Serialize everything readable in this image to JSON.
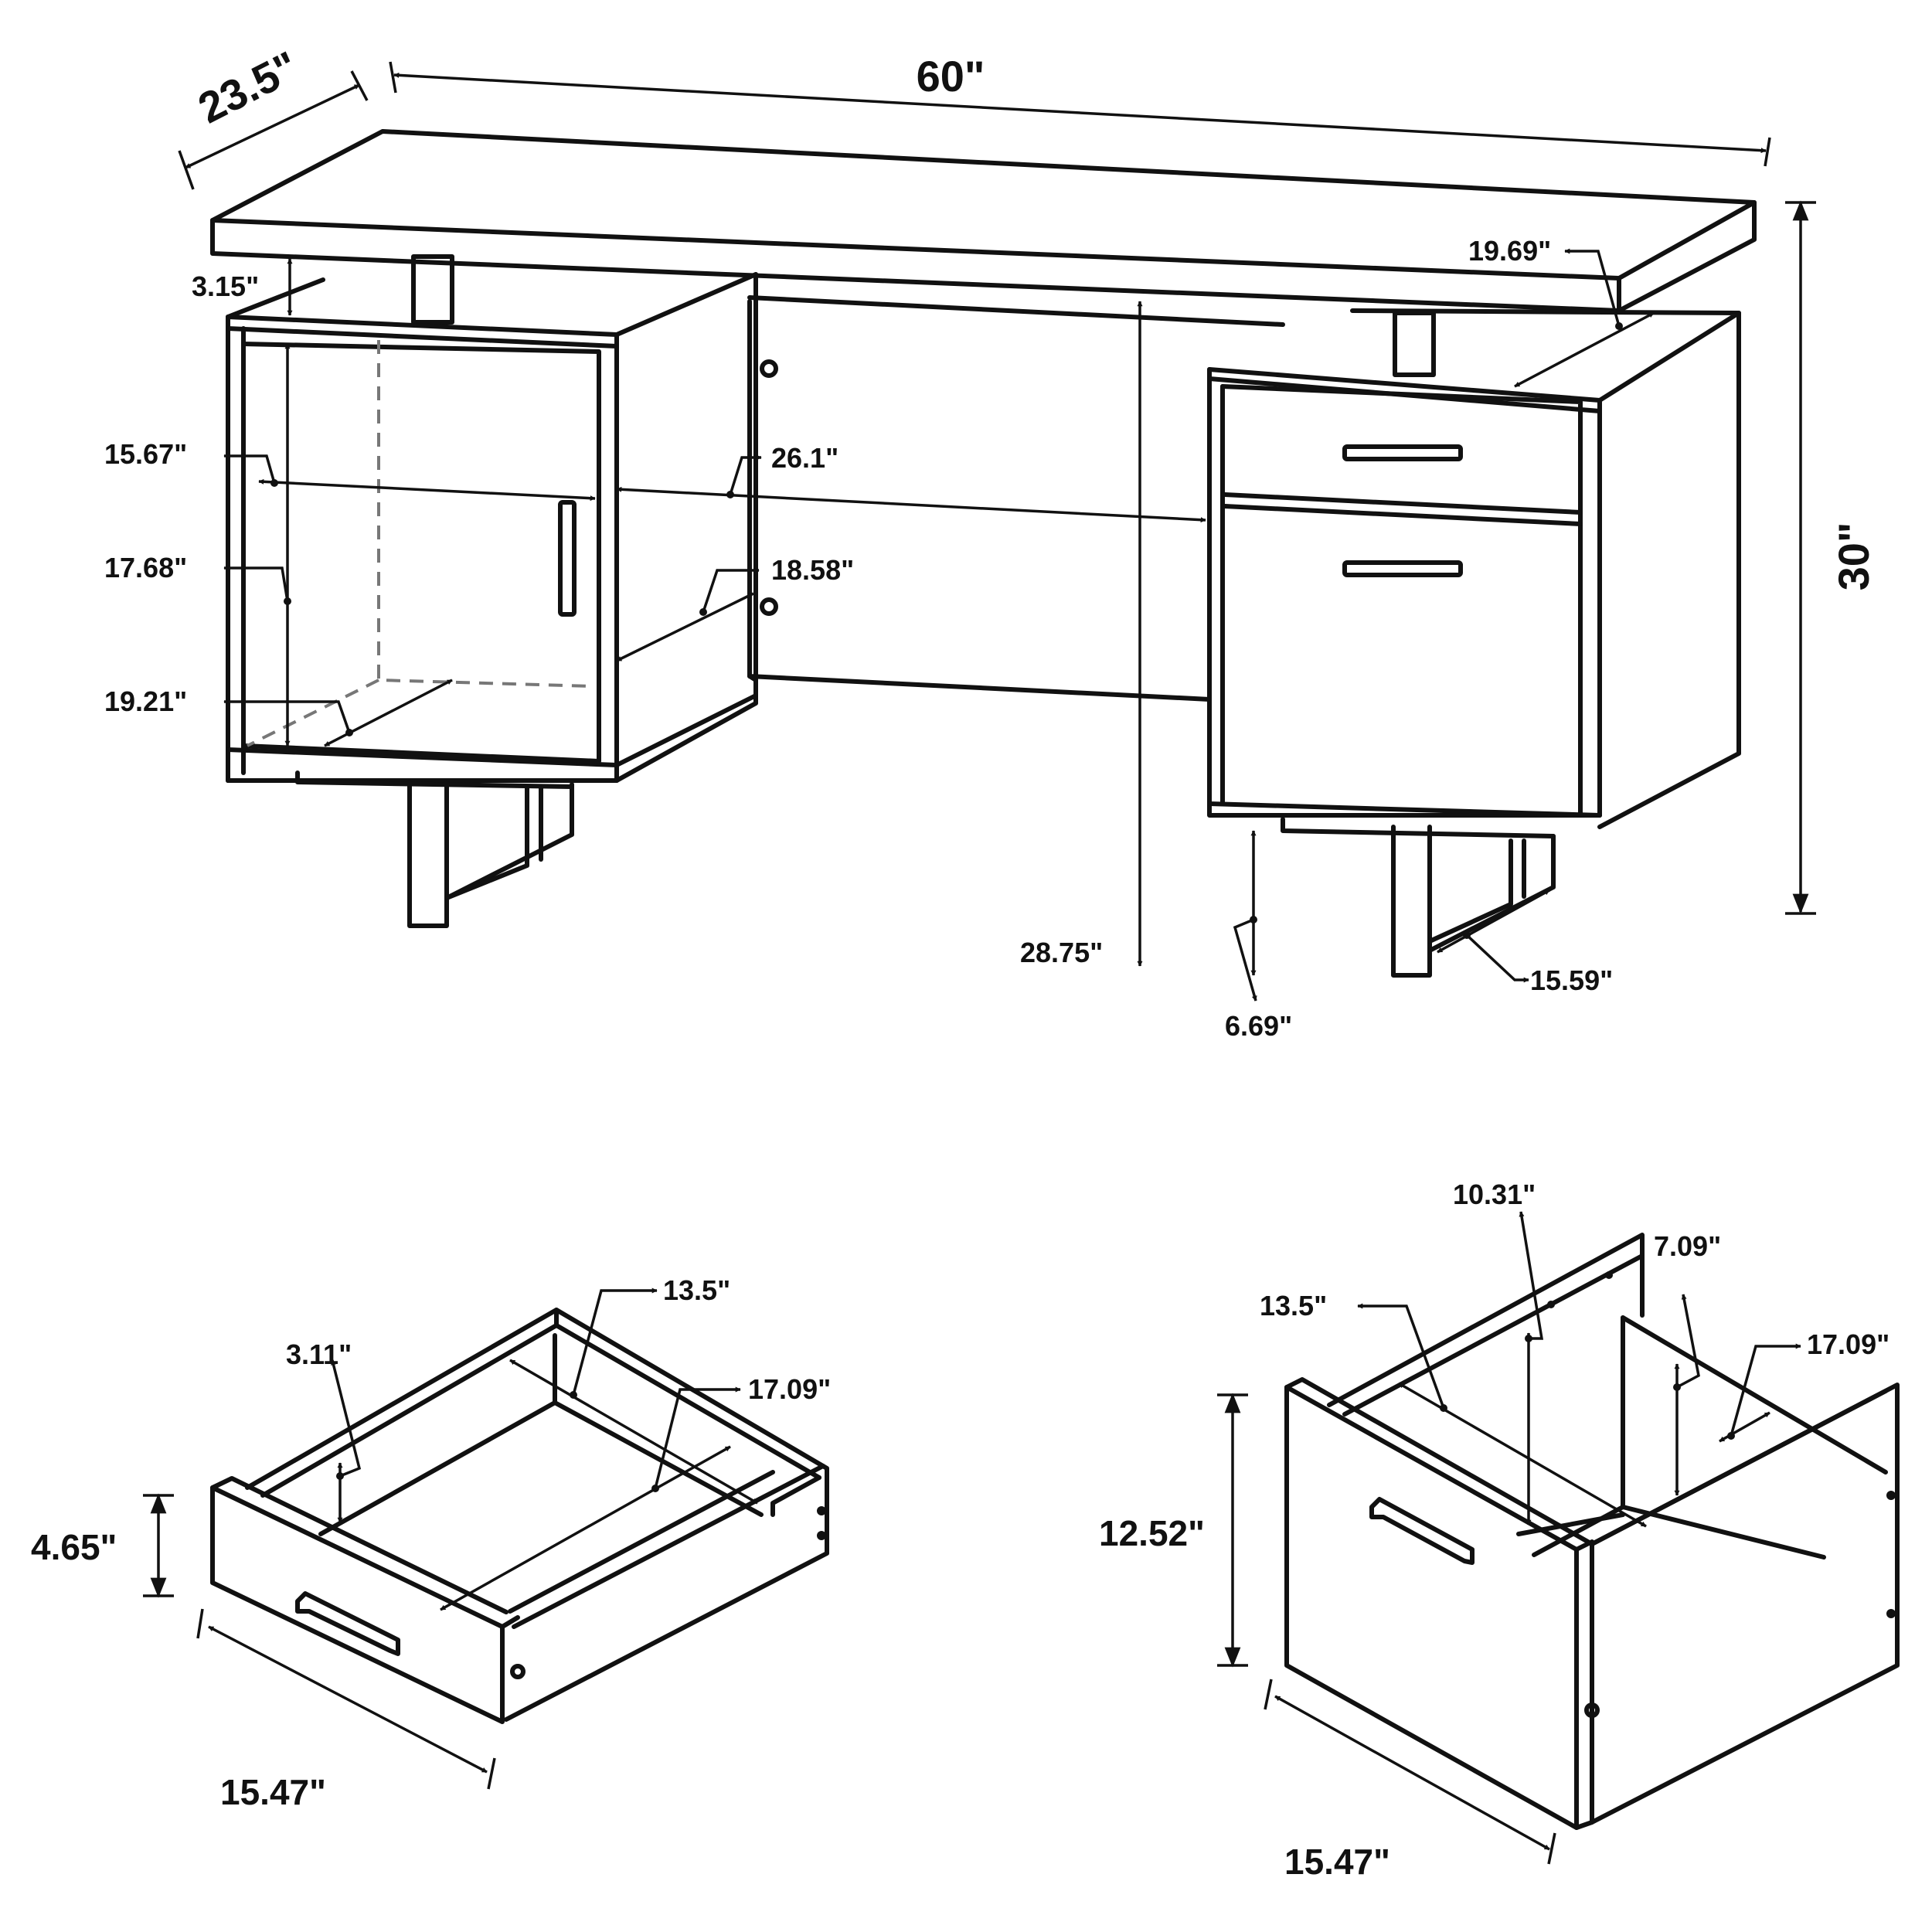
{
  "colors": {
    "line": "#111111",
    "hidden_line": "#777777",
    "background": "#ffffff"
  },
  "desk": {
    "width": "60\"",
    "depth": "23.5\"",
    "height": "30\"",
    "top_gap": "3.15\"",
    "right_cabinet_depth": "19.69\"",
    "left_cabinet_width": "15.67\"",
    "left_cabinet_height": "17.68\"",
    "left_cabinet_depth": "19.21\"",
    "knee_width": "26.1\"",
    "cabinet_depth": "18.58\"",
    "knee_height": "28.75\"",
    "leg_height": "6.69\"",
    "leg_width": "15.59\""
  },
  "small_drawer": {
    "height": "4.65\"",
    "inner_height": "3.11\"",
    "inner_width": "13.5\"",
    "inner_depth": "17.09\"",
    "front_width": "15.47\""
  },
  "file_drawer": {
    "height": "12.52\"",
    "inner_height": "10.31\"",
    "side_height": "7.09\"",
    "inner_width": "13.5\"",
    "inner_depth": "17.09\"",
    "front_width": "15.47\""
  }
}
